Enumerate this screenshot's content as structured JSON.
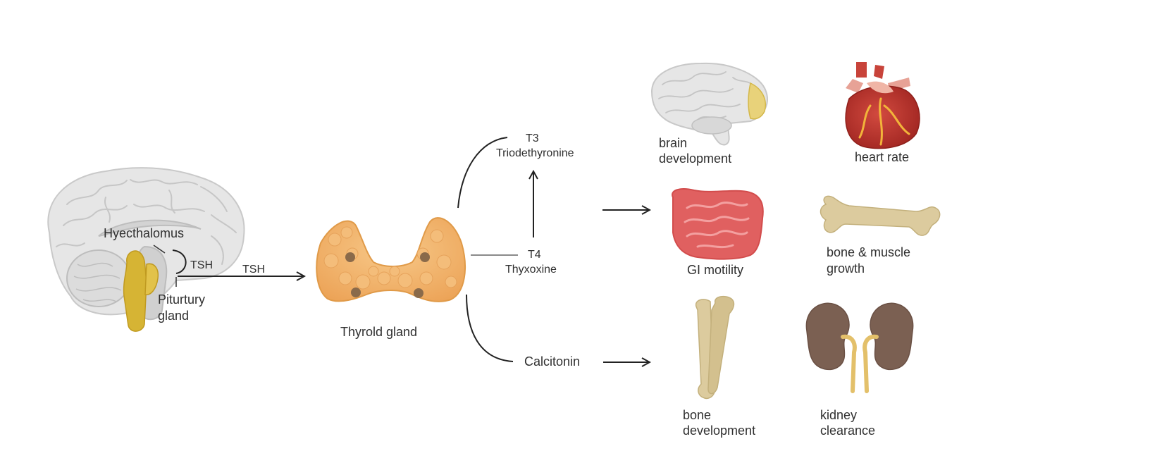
{
  "labels": {
    "hypothalamus": "Hyecthalomus",
    "tsh_small": "TSH",
    "tsh_arrow": "TSH",
    "pituitary_1": "Piturtury",
    "pituitary_2": "gland",
    "thyroid": "Thyrold gland",
    "t3_code": "T3",
    "t3_name": "Triodethyronine",
    "t4_code": "T4",
    "t4_name": "Thyxoxine",
    "calcitonin": "Calcitonin",
    "brain_dev_1": "brain",
    "brain_dev_2": "development",
    "heart_rate": "heart rate",
    "gi_motility": "GI motility",
    "bone_muscle_1": "bone & muscle",
    "bone_muscle_2": "growth",
    "bone_dev_1": "bone",
    "bone_dev_2": "development",
    "kidney_1": "kidney",
    "kidney_2": "clearance"
  },
  "icons": {
    "brain_sagittal": "brain-sagittal-icon",
    "pituitary": "pituitary-gland-icon",
    "thyroid": "thyroid-gland-icon",
    "brain_side": "brain-icon",
    "heart": "heart-icon",
    "intestine": "intestine-icon",
    "bone_long": "long-bone-icon",
    "bones_leg": "leg-bones-icon",
    "kidneys": "kidneys-icon"
  },
  "colors": {
    "brain": "#e4e4e4",
    "brain_line": "#c7c7c7",
    "pituitary": "#d6b434",
    "thyroid": "#f2b36a",
    "thyroid_dot": "#8a6a4a",
    "heart": "#b8322c",
    "intestine": "#e06666",
    "bone": "#dccb9e",
    "kidney": "#7b6052",
    "arrow": "#222222"
  }
}
